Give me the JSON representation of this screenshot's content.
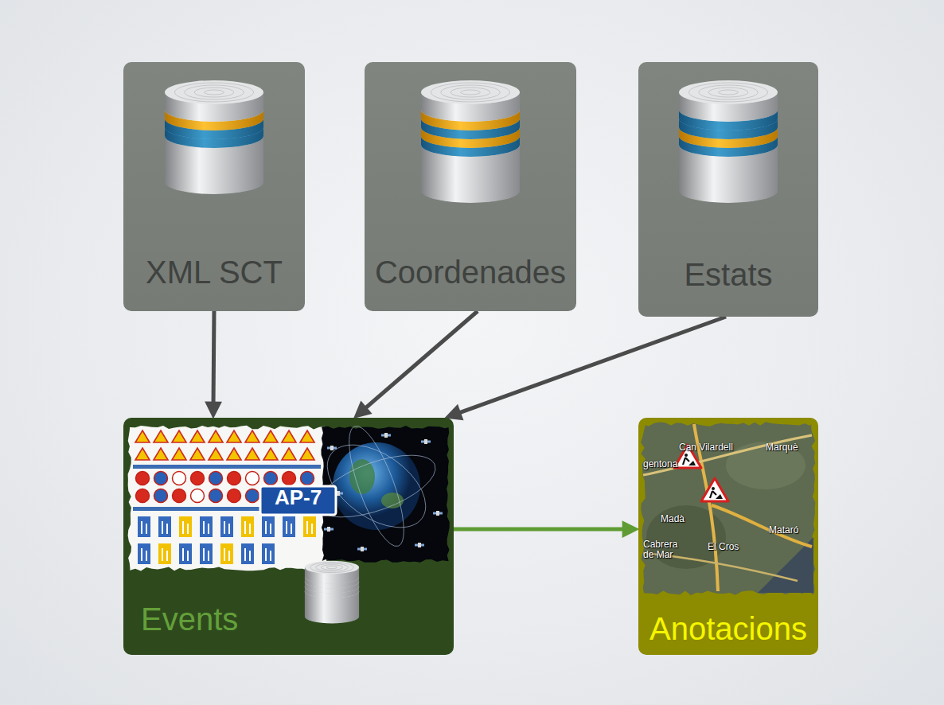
{
  "diagram": {
    "nodes": [
      {
        "text": [
          "XML SCT"
        ]
      },
      {
        "text": [
          "Coordenades"
        ]
      },
      {
        "text": [
          "Estats"
        ]
      },
      {
        "text": [
          "Events"
        ]
      },
      {
        "text": [
          "Anotacions"
        ]
      }
    ],
    "edges": [
      {
        "from": 0,
        "to": 3,
        "arrow": "to"
      },
      {
        "from": 1,
        "to": 3,
        "arrow": "to"
      },
      {
        "from": 2,
        "to": 3,
        "arrow": "to"
      },
      {
        "from": 3,
        "to": 4,
        "arrow": "to"
      }
    ],
    "labels": [
      "AP-7",
      "Can Vilardell",
      "Marquè",
      "gentona",
      "Madà",
      "Mataró",
      "Cabrera de Mar",
      "El Cros"
    ]
  }
}
